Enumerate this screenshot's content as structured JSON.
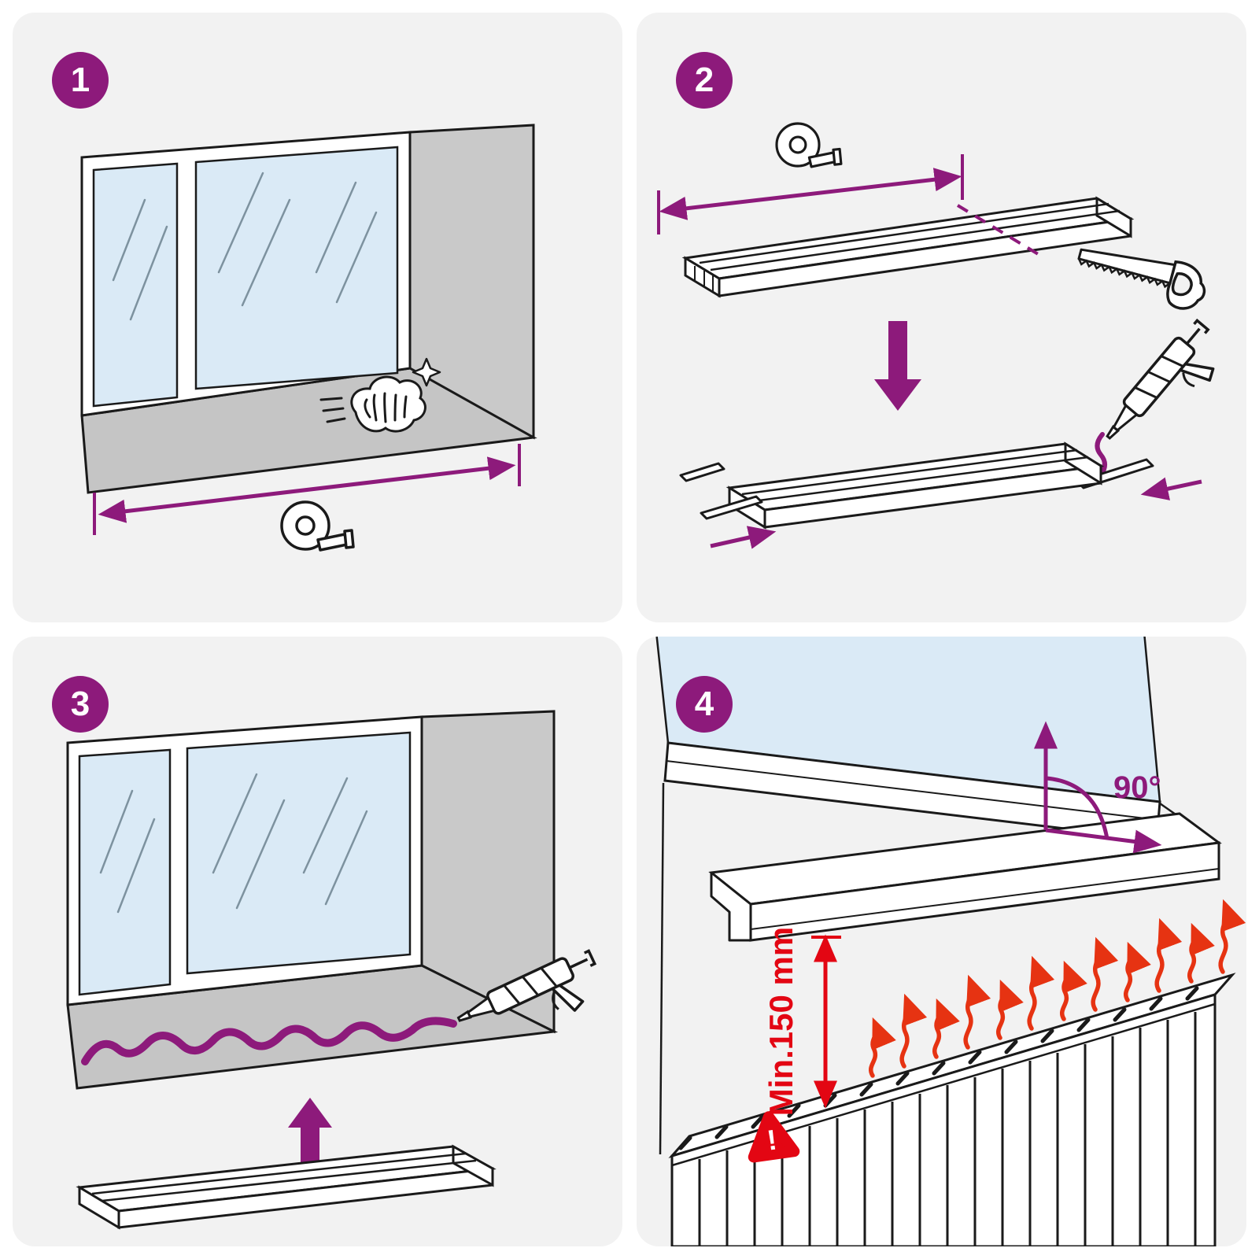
{
  "colors": {
    "accent_purple": "#8d1a7b",
    "warning_red": "#e30613",
    "heat_red": "#e63312",
    "panel_background": "#f2f2f2",
    "glass_blue": "#daeaf6",
    "wall_gray": "#c9c9c9",
    "outline": "#1a1a1a"
  },
  "steps": [
    {
      "number": "1",
      "icons": [
        "step-badge",
        "window",
        "cleaning-hand-icon",
        "sparkle-icon",
        "tape-measure-icon",
        "width-measure-arrow"
      ]
    },
    {
      "number": "2",
      "icons": [
        "step-badge",
        "tape-measure-icon",
        "length-measure-arrow",
        "sill-board",
        "cut-line",
        "hand-saw-icon",
        "down-arrow",
        "caulk-gun-icon",
        "adhesive-bead",
        "end-caps",
        "slide-arrows"
      ]
    },
    {
      "number": "3",
      "icons": [
        "step-badge",
        "window",
        "adhesive-bead",
        "caulk-gun-icon",
        "up-arrow",
        "sill-board"
      ]
    },
    {
      "number": "4",
      "angle_label": "90°",
      "min_distance_label": "Min.150 mm",
      "warning_mark": "!",
      "icons": [
        "step-badge",
        "window",
        "sill-board",
        "right-angle-arrows",
        "min-distance-dimension",
        "warning-triangle-icon",
        "radiator",
        "heat-arrows"
      ]
    }
  ]
}
